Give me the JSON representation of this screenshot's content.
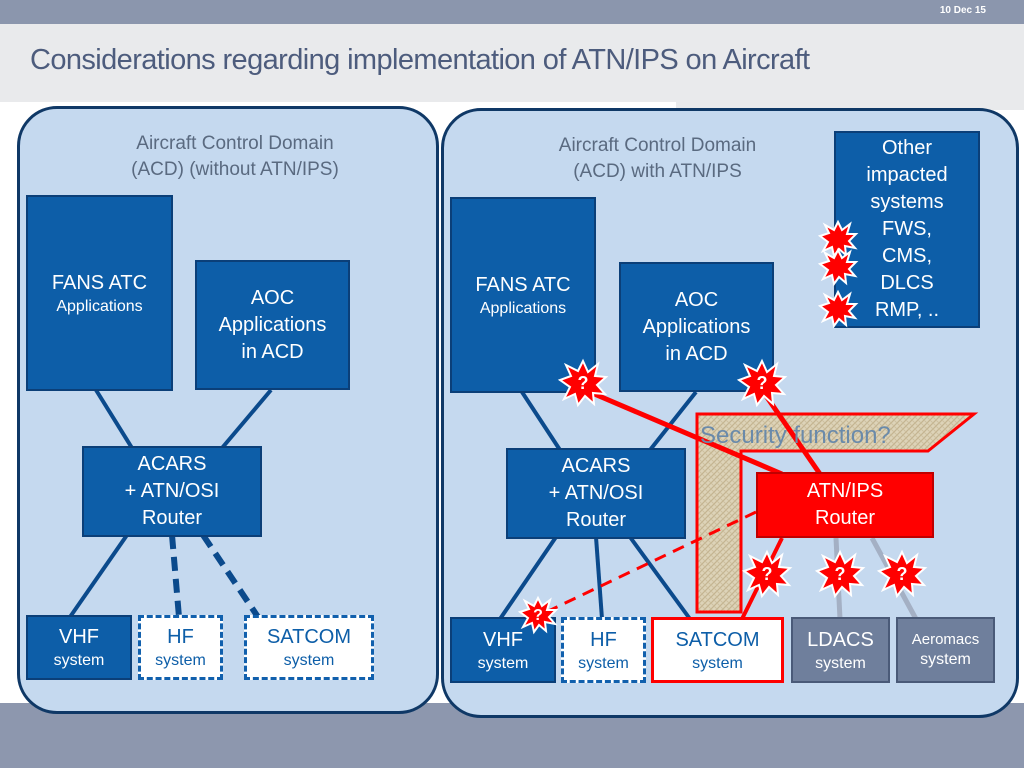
{
  "header": {
    "date": "10 Dec 15",
    "title": "Considerations regarding implementation of ATN/IPS on Aircraft"
  },
  "left_panel": {
    "title_line1": "Aircraft Control Domain",
    "title_line2": "(ACD) (without ATN/IPS)",
    "fans": {
      "line1": "FANS ATC",
      "line2": "Applications"
    },
    "aoc": {
      "line1": "AOC",
      "line2": "Applications",
      "line3": "in ACD"
    },
    "router": {
      "line1": "ACARS",
      "line2": "+ ATN/OSI",
      "line3": "Router"
    },
    "vhf": {
      "name": "VHF",
      "sub": "system"
    },
    "hf": {
      "name": "HF",
      "sub": "system"
    },
    "satcom": {
      "name": "SATCOM",
      "sub": "system"
    }
  },
  "right_panel": {
    "title_line1": "Aircraft Control Domain",
    "title_line2": "(ACD) with ATN/IPS",
    "fans": {
      "line1": "FANS ATC",
      "line2": "Applications"
    },
    "aoc": {
      "line1": "AOC",
      "line2": "Applications",
      "line3": "in ACD"
    },
    "router": {
      "line1": "ACARS",
      "line2": "+ ATN/OSI",
      "line3": "Router"
    },
    "atn_router": {
      "line1": "ATN/IPS",
      "line2": "Router"
    },
    "vhf": {
      "name": "VHF",
      "sub": "system"
    },
    "hf": {
      "name": "HF",
      "sub": "system"
    },
    "satcom": {
      "name": "SATCOM",
      "sub": "system"
    },
    "ldacs": {
      "name": "LDACS",
      "sub": "system"
    },
    "aeromacs": {
      "name": "Aeromacs",
      "sub": "system"
    },
    "other": [
      "Other",
      "impacted",
      "systems",
      "FWS,",
      "CMS,",
      "DLCS",
      "RMP, .."
    ],
    "security": "Security function?",
    "question_mark": "?"
  },
  "colors": {
    "box_blue": "#0d5ea8",
    "alert_red": "#ff0000",
    "panel_bg": "#c5d9ef",
    "panel_border": "#0f3866"
  }
}
